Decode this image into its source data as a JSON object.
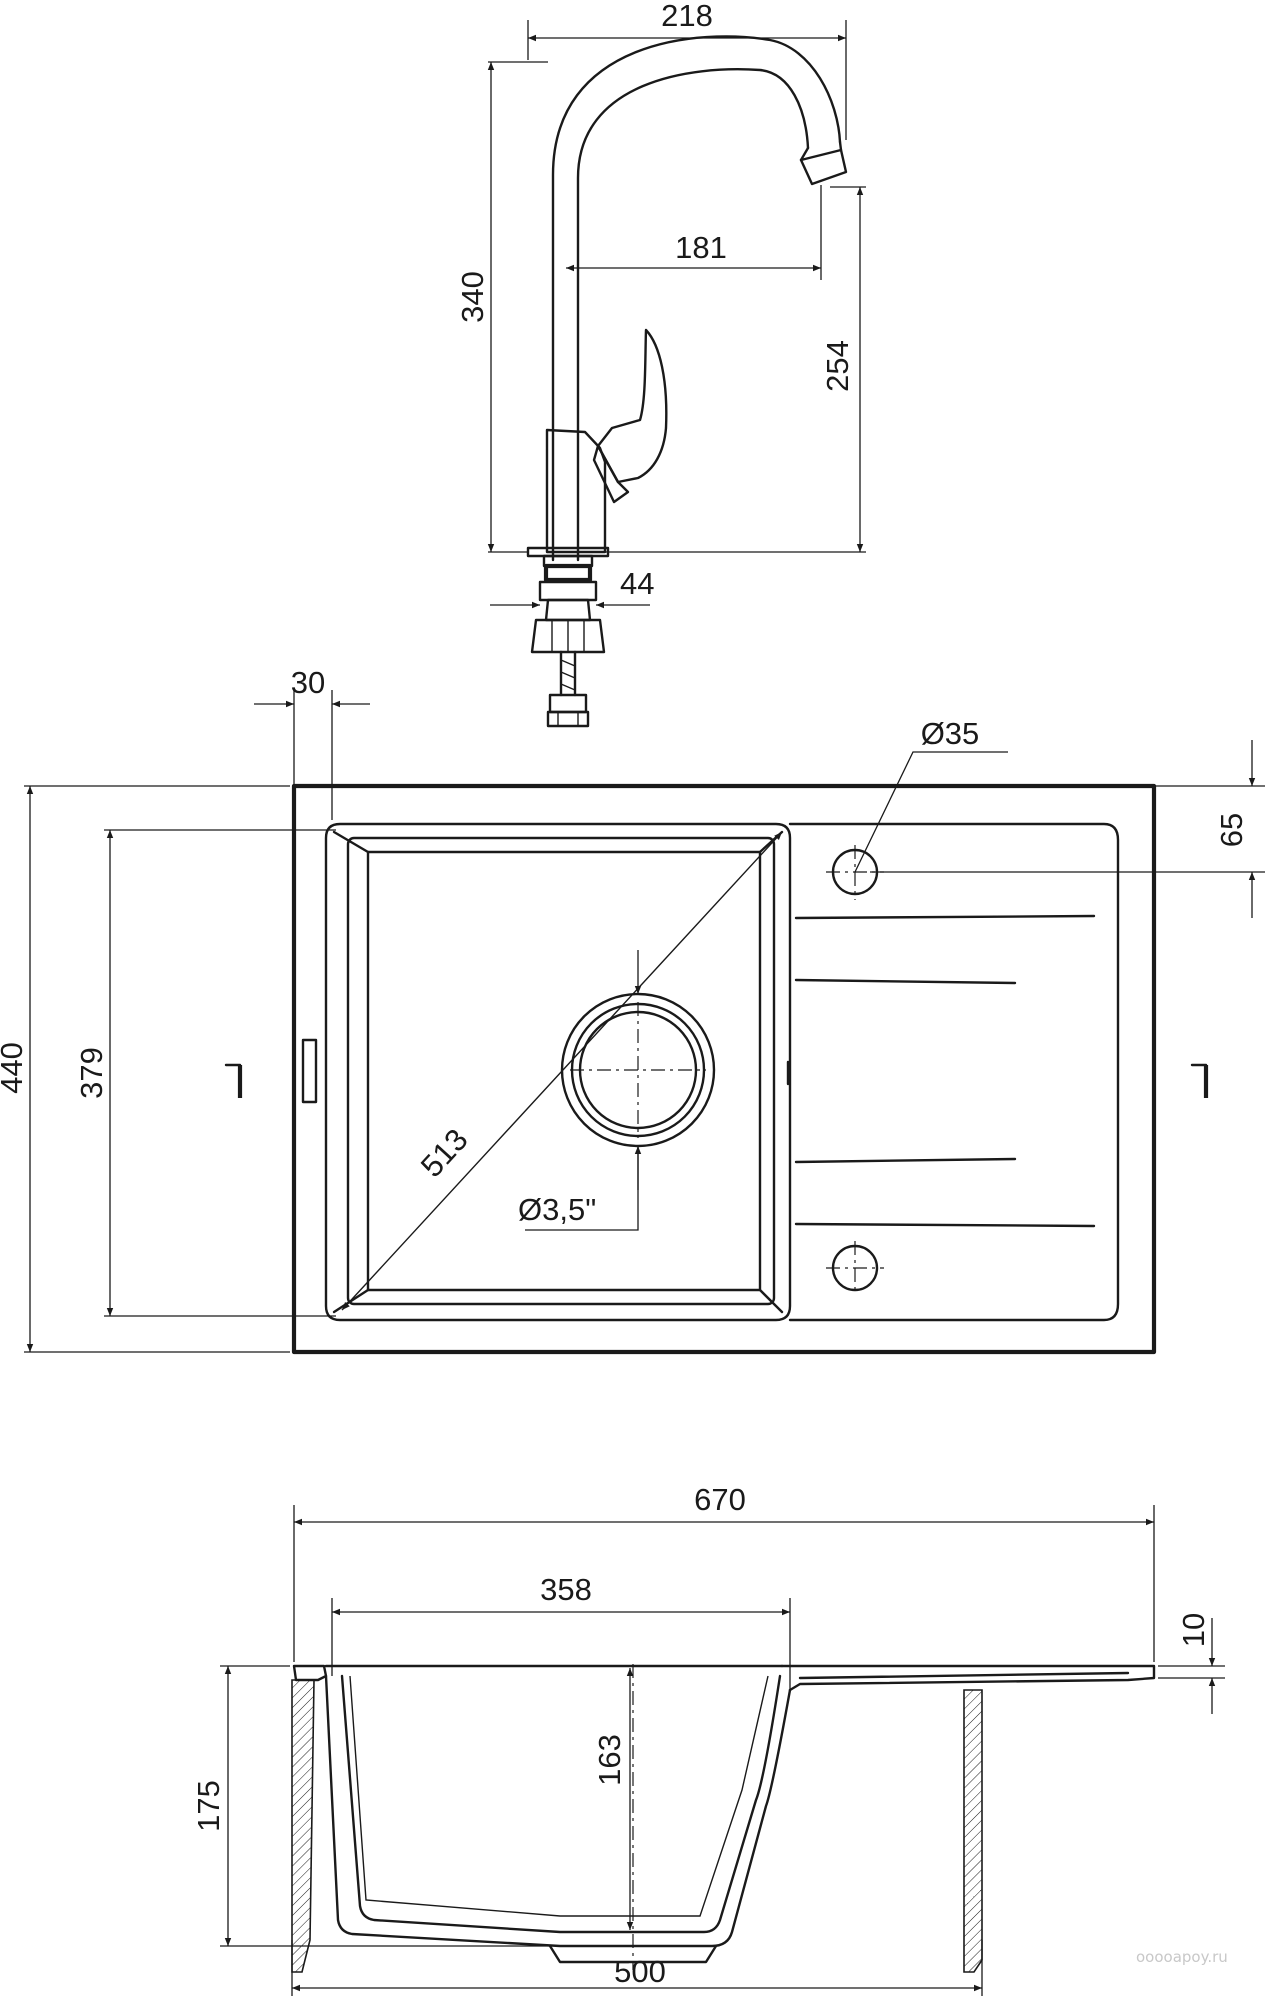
{
  "faucet": {
    "dims": {
      "reach_total": "218",
      "height_total": "340",
      "reach_spout": "181",
      "height_spout": "254",
      "base_diameter": "44"
    }
  },
  "top_view": {
    "dims": {
      "rim_offset": "30",
      "tap_hole": "Ø35",
      "tap_hole_offset": "65",
      "total_depth": "440",
      "bowl_depth": "379",
      "diagonal": "513",
      "drain": "Ø3,5\""
    }
  },
  "section_view": {
    "dims": {
      "total_width": "670",
      "bowl_width": "358",
      "rim_thickness": "10",
      "bowl_height": "175",
      "inner_depth": "163",
      "cabinet_width": "500"
    }
  },
  "watermark": "ooooapoy.ru"
}
